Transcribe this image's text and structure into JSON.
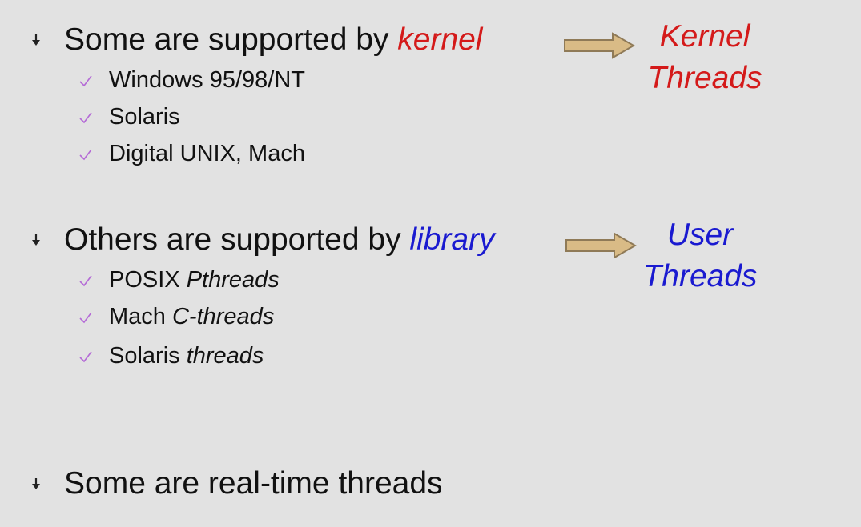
{
  "colors": {
    "background": "#e2e2e2",
    "text": "#111111",
    "kernel_red": "#d41a1a",
    "library_blue": "#1a1ad0",
    "check_purple": "#b46ad6",
    "arrow_fill": "#d9bb86",
    "arrow_stroke": "#8f7a57"
  },
  "icons": {
    "bullet": "down-arrow-bullet-icon",
    "check": "check-mark-icon",
    "arrow": "right-arrow-icon"
  },
  "section1": {
    "prefix": "Some are supported by ",
    "emphasis": "kernel",
    "items": [
      "Windows 95/98/NT",
      "Solaris",
      "Digital UNIX, Mach"
    ],
    "label_line1": "Kernel",
    "label_line2": "Threads"
  },
  "section2": {
    "prefix": "Others are supported by ",
    "emphasis": "library",
    "items": [
      {
        "plain": "POSIX ",
        "italic": "Pthreads"
      },
      {
        "plain": "Mach ",
        "italic": "C-threads"
      },
      {
        "plain": "Solaris ",
        "italic": "threads"
      }
    ],
    "label_line1": "User",
    "label_line2": "Threads"
  },
  "section3": {
    "text": "Some are real-time threads"
  }
}
